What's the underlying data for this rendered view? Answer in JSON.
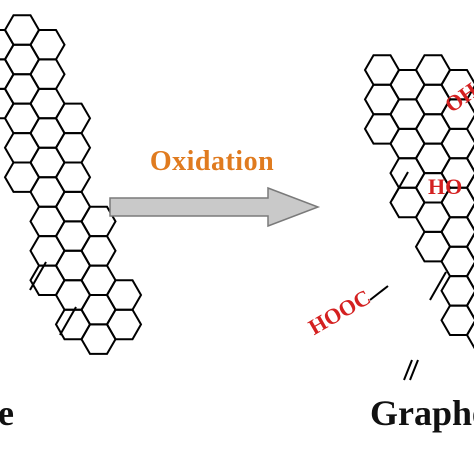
{
  "reaction": {
    "arrow_label": "Oxidation",
    "arrow_label_color": "#e07b1f",
    "arrow_fill": "#c9c9c9",
    "left_caption": "e",
    "right_caption": "Graphe"
  },
  "functional_groups": [
    {
      "id": "oh",
      "text": "OH"
    },
    {
      "id": "ho",
      "text": "HO"
    },
    {
      "id": "hooc",
      "text": "HOOC"
    }
  ],
  "functional_group_color": "#d42020",
  "bond_color": "#000000"
}
